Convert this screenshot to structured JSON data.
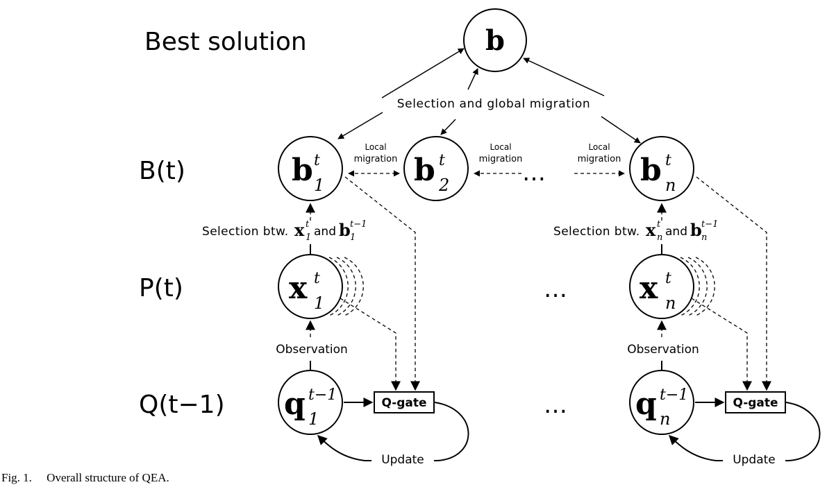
{
  "rows": {
    "best": "Best solution",
    "b": "B(t)",
    "p": "P(t)",
    "q": "Q(t−1)"
  },
  "labels": {
    "selection_global": "Selection and global migration",
    "local_migration_line1": "Local",
    "local_migration_line2": "migration",
    "selection_btw": "Selection btw.",
    "and": "and",
    "observation": "Observation",
    "update": "Update",
    "qgate": "Q-gate",
    "ellipsis": "…"
  },
  "symbols": {
    "best": "b",
    "b": "b",
    "x": "x",
    "q": "q",
    "sup_t": "t",
    "sup_t_minus_1": "t−1",
    "sub_1": "1",
    "sub_2": "2",
    "sub_n": "n"
  },
  "caption": "Fig. 1.  Overall structure of QEA."
}
